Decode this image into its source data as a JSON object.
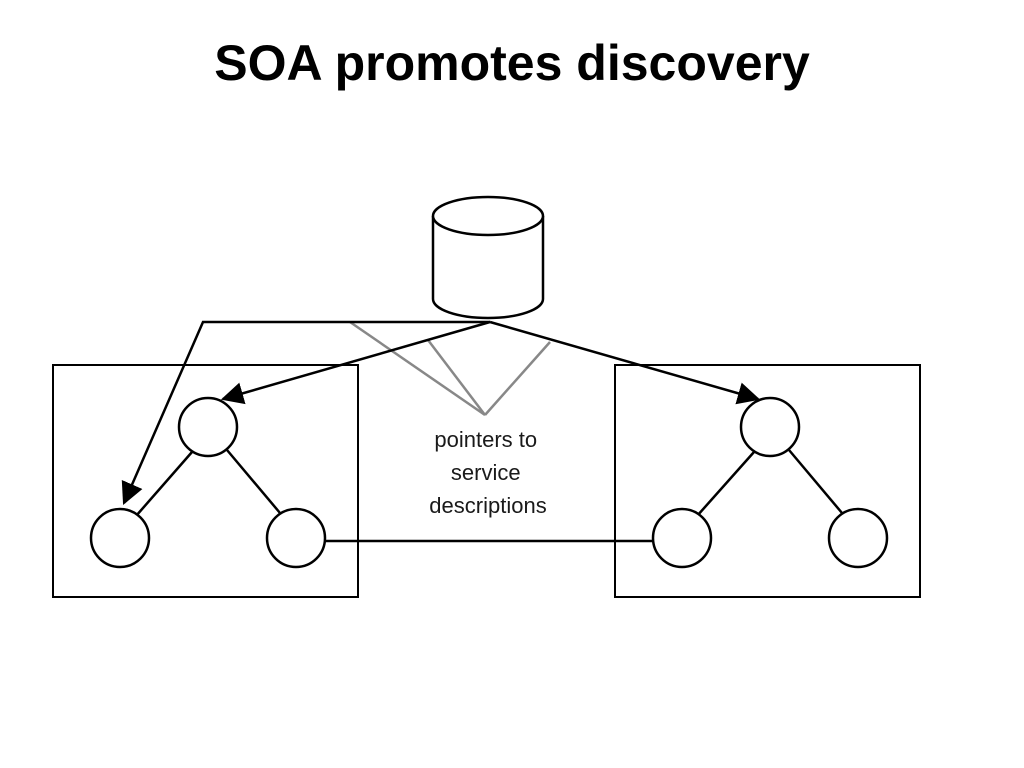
{
  "slide": {
    "title": "SOA promotes discovery"
  },
  "diagram": {
    "annotation": {
      "lines": [
        "pointers to",
        "service",
        "descriptions"
      ]
    },
    "colors": {
      "stroke": "#000000",
      "pointer_lines": "#888888",
      "background": "#ffffff"
    },
    "components": [
      "registry-database",
      "left-service-box",
      "right-service-box",
      "service-link",
      "discovery-arrows"
    ]
  }
}
